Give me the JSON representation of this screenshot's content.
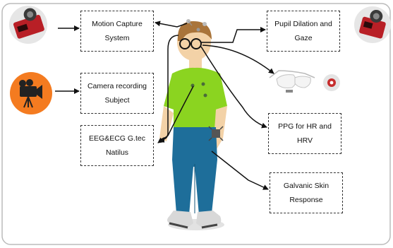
{
  "boxes": {
    "motion_capture": {
      "line1": "Motion Capture",
      "line2": "System"
    },
    "pupil": {
      "line1": "Pupil Dilation and",
      "line2": "Gaze"
    },
    "camera": {
      "line1": "Camera recording",
      "line2": "Subject"
    },
    "eeg": {
      "line1": "EEG&ECG G.tec",
      "line2": "Natilus"
    },
    "ppg": {
      "line1": "PPG for HR and",
      "line2": "HRV"
    },
    "gsr": {
      "line1": "Galvanic Skin",
      "line2": "Response"
    }
  },
  "colors": {
    "shirt": "#8bd420",
    "pants": "#1e6e9a",
    "skin": "#f3d2a7",
    "hair": "#a9743a",
    "camera_circle": "#f47b20",
    "mocap_camera": "#b81f26"
  },
  "icons": [
    "mocap-camera-icon",
    "video-camera-icon",
    "eye-tracking-glasses-icon",
    "eye-icon",
    "ppg-sensor-icon"
  ]
}
